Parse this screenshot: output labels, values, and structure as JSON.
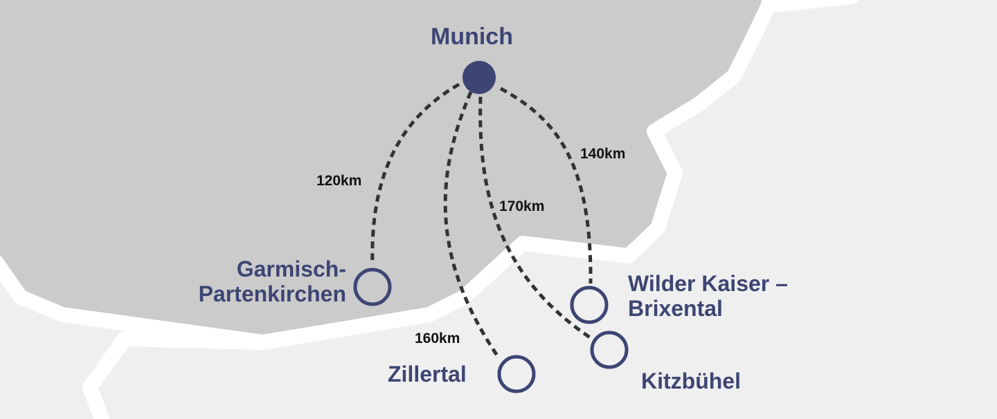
{
  "origin": {
    "name": "Munich"
  },
  "destinations": [
    {
      "id": "garmisch",
      "name_line1": "Garmisch-",
      "name_line2": "Partenkirchen",
      "distance": "120km"
    },
    {
      "id": "zillertal",
      "name_line1": "Zillertal",
      "distance": "160km"
    },
    {
      "id": "kitzbuhel",
      "name_line1": "Kitzbühel",
      "distance": "170km"
    },
    {
      "id": "wilder-kaiser",
      "name_line1": "Wilder Kaiser –",
      "name_line2": "Brixental",
      "distance": "140km"
    }
  ],
  "colors": {
    "germany_fill": "#cbcbcc",
    "background": "#efeff0",
    "border_line": "#ffffff",
    "marker": "#3d4573",
    "route_line": "#333333",
    "label_text": "#3d4573",
    "distance_text": "#111111"
  },
  "icons": {
    "origin_marker": "filled-circle-icon",
    "destination_marker": "ring-circle-icon"
  }
}
